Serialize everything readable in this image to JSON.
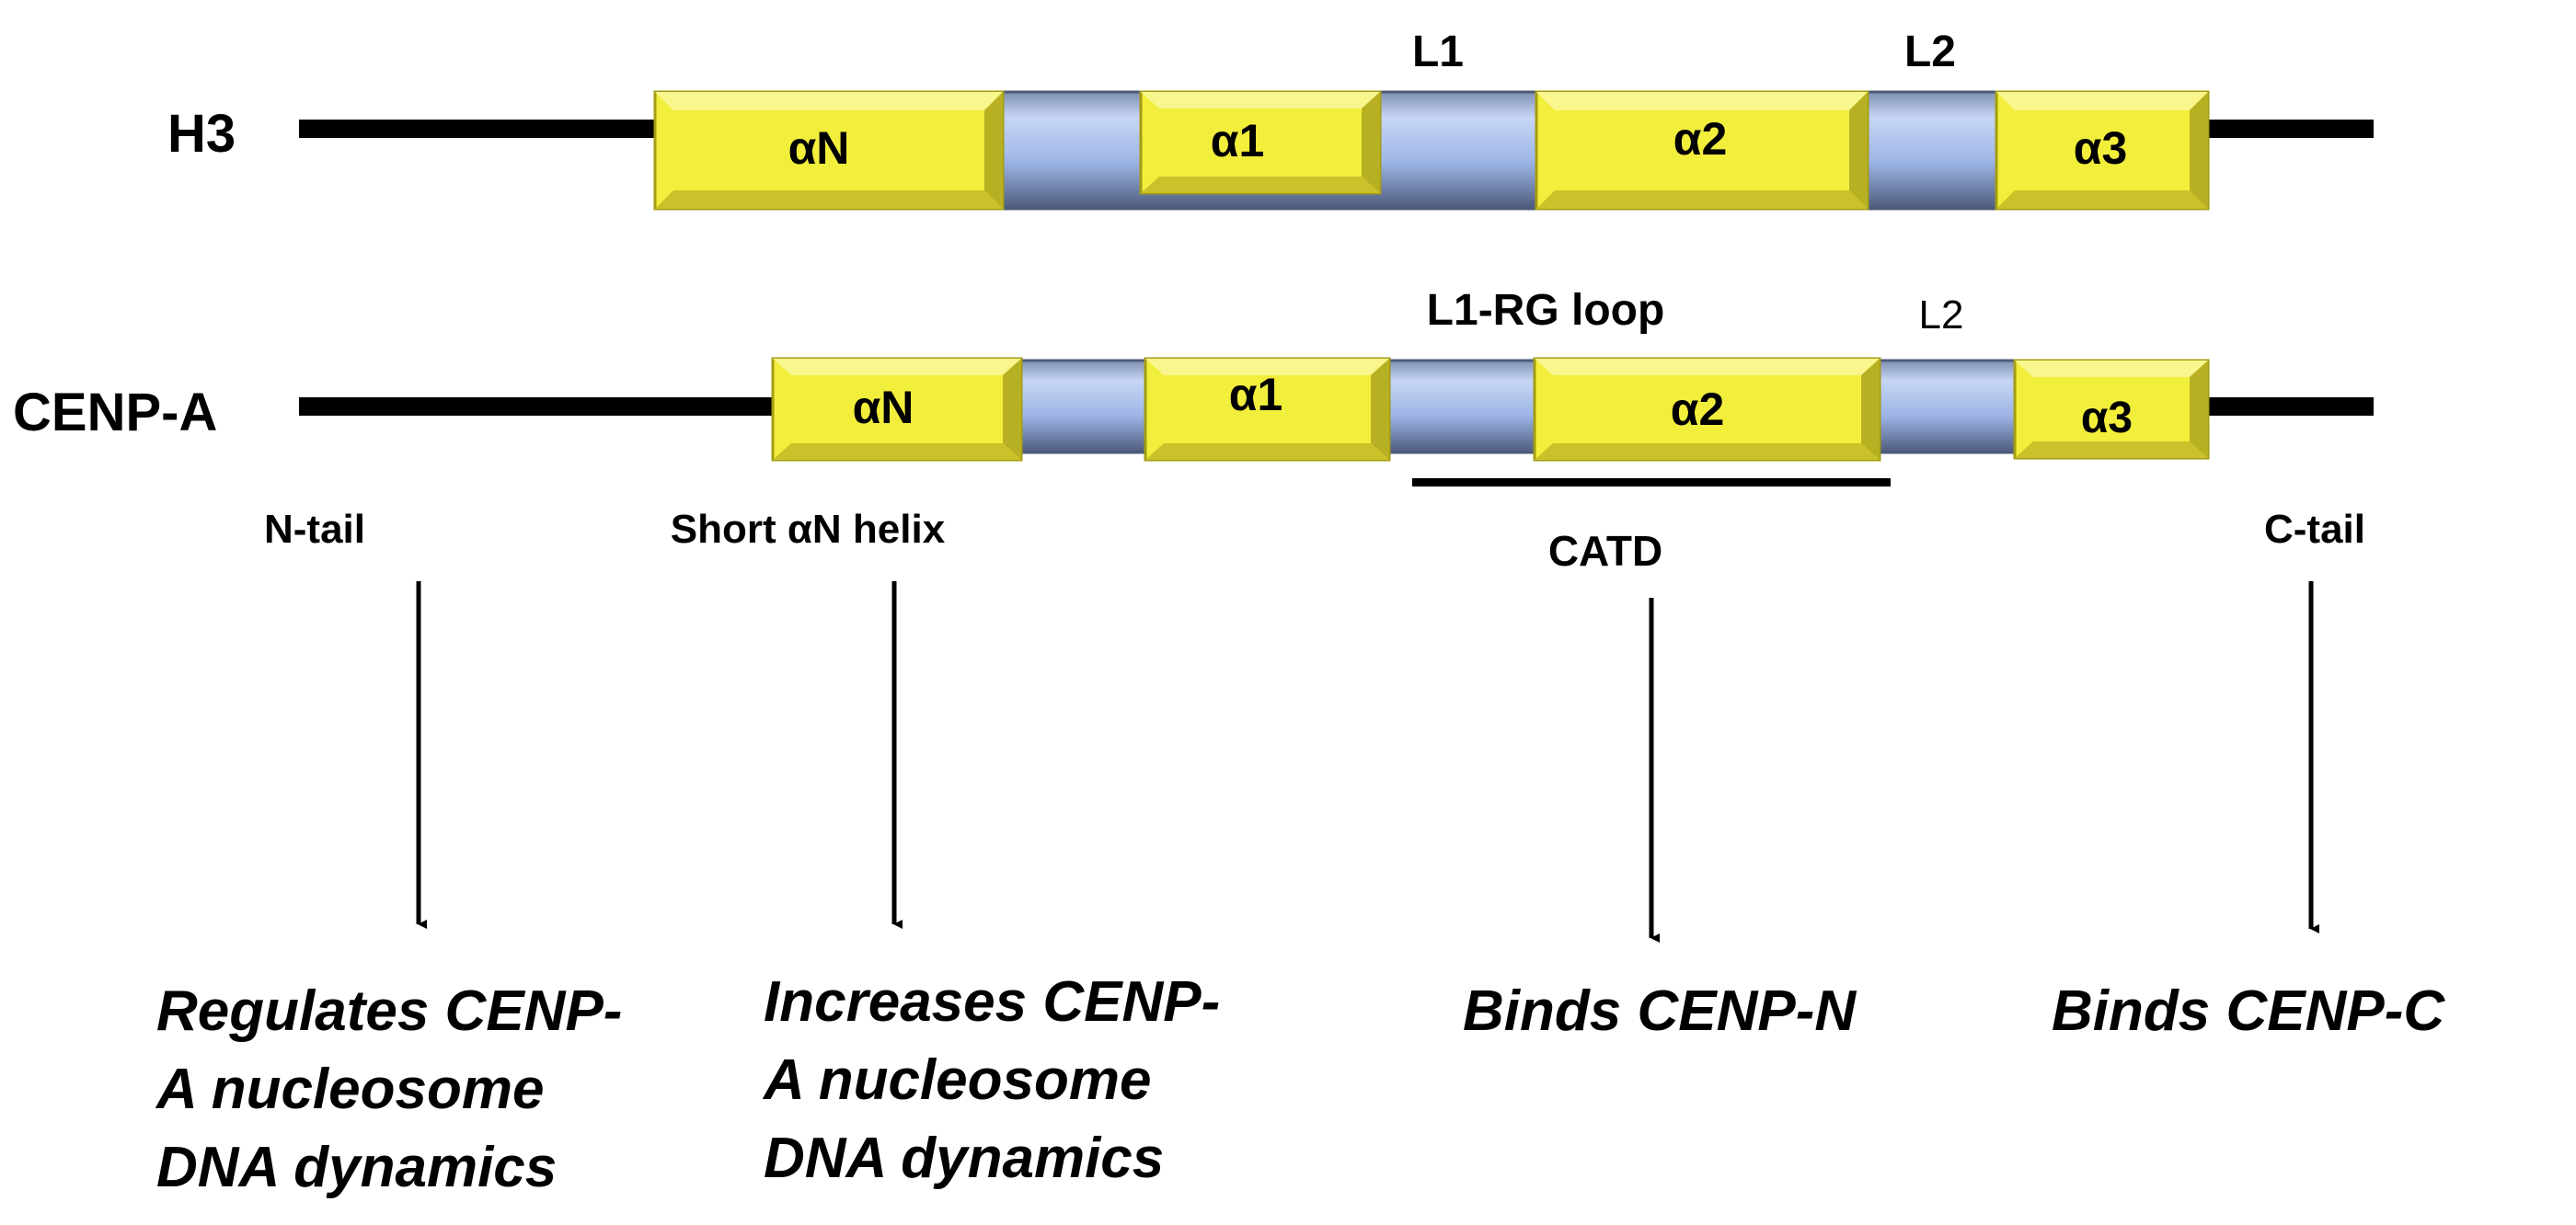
{
  "rows": [
    {
      "name": "H3",
      "helices": [
        "αN",
        "α1",
        "α2",
        "α3"
      ],
      "loops": [
        "L1",
        "L2"
      ]
    },
    {
      "name": "CENP-A",
      "helices": [
        "αN",
        "α1",
        "α2",
        "α3"
      ],
      "loops": [
        "L1-RG loop",
        "L2"
      ]
    }
  ],
  "region_labels": [
    "N-tail",
    "Short αN helix",
    "CATD",
    "C-tail"
  ],
  "functions": [
    [
      "Regulates CENP-",
      "A nucleosome",
      "DNA dynamics"
    ],
    [
      "Increases CENP-",
      "A nucleosome",
      "DNA dynamics"
    ],
    [
      "Binds CENP-N"
    ],
    [
      "Binds CENP-C"
    ]
  ],
  "colors": {
    "helix": "#f2ee3c",
    "helix_edge": "#b3ad1f",
    "loop": "#a9c1ec",
    "loop_edge": "#5a6e96",
    "line": "#000000"
  }
}
